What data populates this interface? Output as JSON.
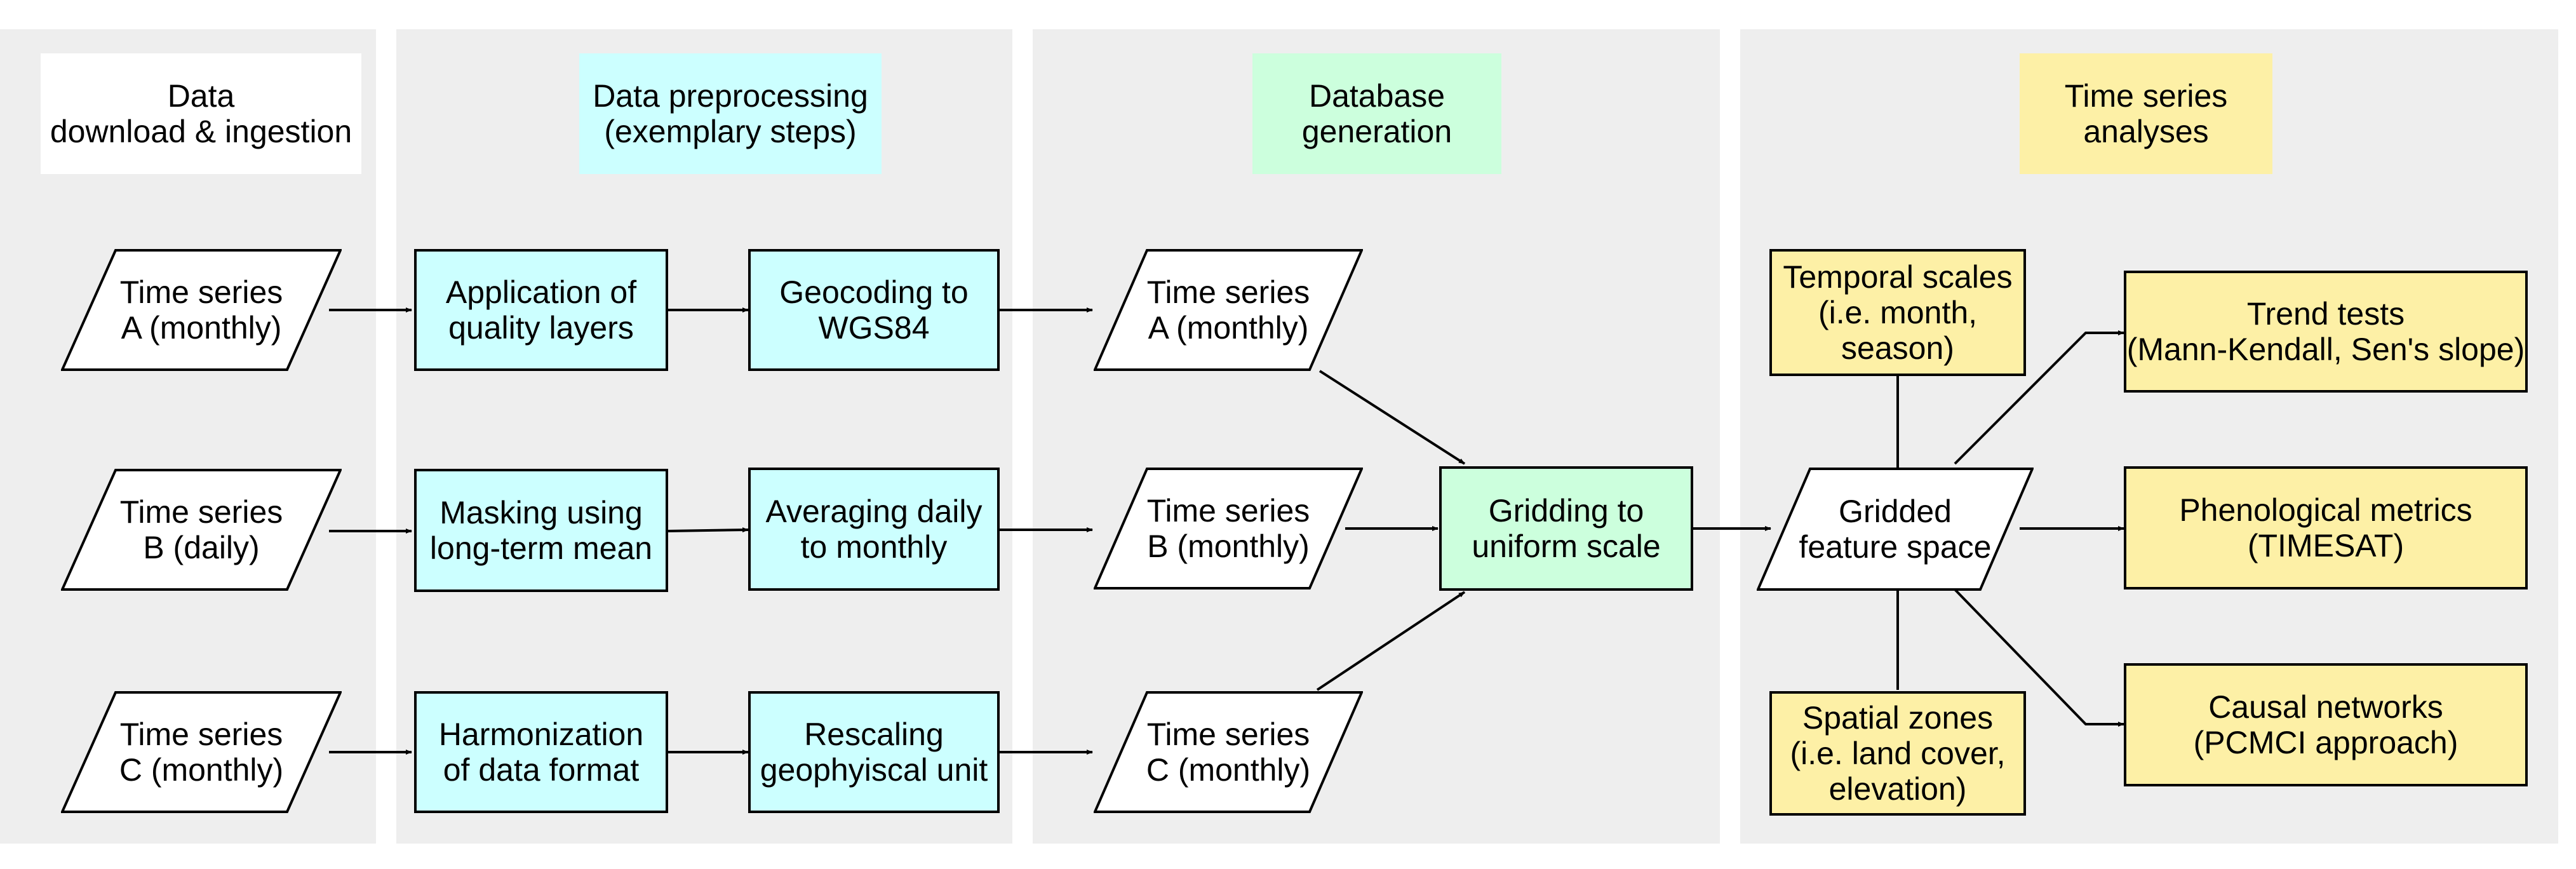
{
  "columns": {
    "ingestion": {
      "title": "Data\ndownload & ingestion"
    },
    "preprocessing": {
      "title": "Data preprocessing\n(exemplary steps)"
    },
    "database": {
      "title": "Database\ngeneration"
    },
    "analyses": {
      "title": "Time series\nanalyses"
    }
  },
  "inputs": {
    "a": "Time series\nA (monthly)",
    "b": "Time series\nB (daily)",
    "c": "Time series\nC (monthly)"
  },
  "preprocessing": {
    "quality": "Application of\nquality layers",
    "geocoding": "Geocoding to\nWGS84",
    "masking": "Masking using\nlong-term mean",
    "averaging": "Averaging daily\nto monthly",
    "harmonization": "Harmonization\nof data format",
    "rescaling": "Rescaling\ngeophyiscal unit"
  },
  "database": {
    "a": "Time series\nA (monthly)",
    "b": "Time series\nB (monthly)",
    "c": "Time series\nC (monthly)",
    "gridding": "Gridding to\nuniform scale"
  },
  "analyses": {
    "feature_space": "Gridded\nfeature space",
    "temporal": "Temporal scales\n(i.e. month,\nseason)",
    "spatial": "Spatial zones\n(i.e. land cover,\nelevation)",
    "trend": "Trend tests\n(Mann-Kendall, Sen's slope)",
    "phenology": "Phenological metrics\n(TIMESAT)",
    "causal": "Causal networks\n(PCMCI approach)"
  },
  "colors": {
    "panel": "#eeeeee",
    "preprocessing": "#ccffff",
    "database": "#ccffdd",
    "analyses": "#fdf0a6"
  }
}
